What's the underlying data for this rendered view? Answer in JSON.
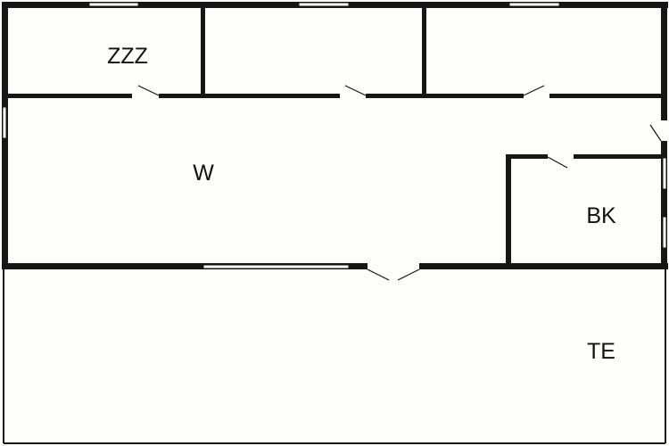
{
  "floor_plan": {
    "rooms": [
      {
        "id": "bedroom-1",
        "label": "ZZZ"
      },
      {
        "id": "bedroom-2",
        "label": ""
      },
      {
        "id": "bedroom-3",
        "label": ""
      },
      {
        "id": "living",
        "label": "W"
      },
      {
        "id": "bathroom",
        "label": "BK"
      },
      {
        "id": "terrace",
        "label": "TE"
      }
    ]
  }
}
